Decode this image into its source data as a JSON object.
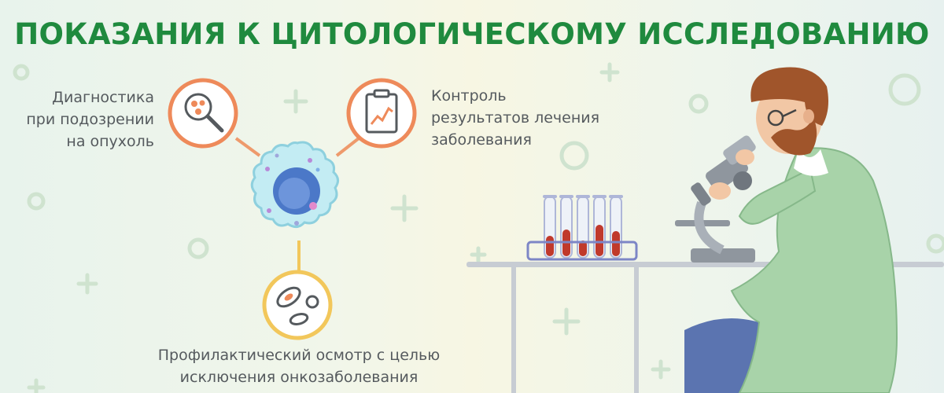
{
  "title": "ПОКАЗАНИЯ К ЦИТОЛОГИЧЕСКОМУ ИССЛЕДОВАНИЮ",
  "indications": {
    "diagnostics": [
      "Диагностика",
      "при подозрении",
      "на опухоль"
    ],
    "control": [
      "Контроль",
      "результатов лечения",
      "заболевания"
    ],
    "prophylactic": [
      "Профилактический осмотр с целью",
      "исключения онкозаболевания"
    ]
  },
  "colors": {
    "title": "#1f8a3e",
    "text": "#555a5e",
    "circle_diagnostics": "#ee8a5a",
    "circle_control": "#ee8a5a",
    "circle_prophylactic": "#f2c75b",
    "cell": "#b8e6ef",
    "coat": "#a8d3a9"
  },
  "icons": [
    "magnifier-cells-icon",
    "chart-clipboard-icon",
    "cells-icon",
    "cell-illustration",
    "scientist-microscope-illustration",
    "test-tubes-illustration"
  ]
}
